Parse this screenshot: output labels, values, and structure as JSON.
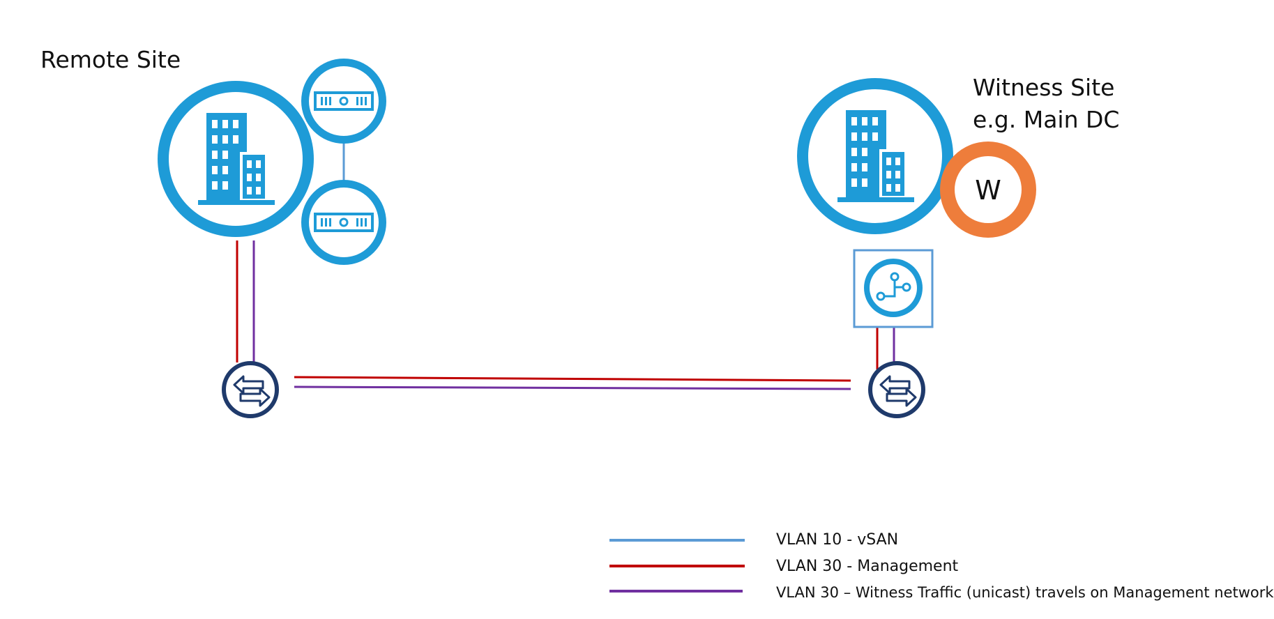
{
  "sites": {
    "remote": {
      "label": "Remote Site"
    },
    "witness": {
      "line1": "Witness Site",
      "line2": "e.g. Main DC"
    }
  },
  "witness_node": {
    "letter": "W"
  },
  "colors": {
    "site_blue": "#1e9bd7",
    "switch_navy": "#1f3a6b",
    "witness_orange": "#ee7d3b",
    "vlan10": "#5b9bd5",
    "vlan30_mgmt": "#c00000",
    "vlan30_witness": "#7030a0"
  },
  "legend": [
    {
      "label": "VLAN 10 - vSAN",
      "color": "#5b9bd5"
    },
    {
      "label": "VLAN 30 - Management",
      "color": "#c00000"
    },
    {
      "label": "VLAN 30 – Witness Traffic (unicast) travels on Management network",
      "color": "#7030a0"
    }
  ]
}
